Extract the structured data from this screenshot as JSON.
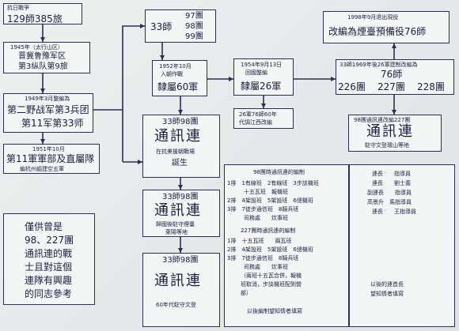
{
  "origin": {
    "line1": "抗日戰爭",
    "line2": "129師385旅"
  },
  "b1945": {
    "line1": "1945年（太行山区）",
    "line2": "晋冀鲁豫军区",
    "line3": "第3纵队第9旅"
  },
  "b1949": {
    "line1": "1949年3月整編為",
    "line2": "第二野战军第3兵团",
    "line3": "第11军第33师"
  },
  "b1951": {
    "line1": "1951年10月",
    "line2": "第11軍軍部及直屬隊",
    "line3": "編杭州組建空五軍"
  },
  "div33": {
    "label": "33師",
    "r1": "97團",
    "r2": "98團",
    "r3": "99團"
  },
  "b1952": {
    "line1": "1952年10月",
    "line2": "入朝作戰",
    "line3": "隸屬60軍"
  },
  "b1954": {
    "line1": "1954年9月13日",
    "line2": "回國整編",
    "line3": "隸屬26軍"
  },
  "b1998": {
    "line1": "1998年9月退出現役",
    "line2": "改編為煙臺預備役76師"
  },
  "b1969": {
    "line1": "33師1969年後26軍建制改編為",
    "line2": "76師",
    "r1": "226團",
    "r2": "227團",
    "r3": "228團"
  },
  "note76": {
    "line1": "26軍76師60年",
    "line2": "代調江西改編"
  },
  "tx1": {
    "head": "33師98團",
    "title": "通訊連",
    "sub1": "在抗美援朝戰場",
    "sub2": "誕生"
  },
  "tx2": {
    "head": "33師98團",
    "title": "通訊連",
    "sub1": "歸國後駐守煙臺",
    "sub2": "萊陽等地"
  },
  "tx3": {
    "head": "33師98團",
    "title": "通訊連",
    "sub1": "60年代駐守文登"
  },
  "tx4": {
    "head": "98團通訊連改編227團",
    "title": "通訊連",
    "sub1": "駐守文登環山等地"
  },
  "note": {
    "l1": "僅供曾是",
    "l2": "98、227團",
    "l3": "通訊連的戰",
    "l4": "士且對這個",
    "l5": "連隊有興趣",
    "l6": "的同志參考"
  },
  "org": {
    "title1": "98團時通訊連的編制",
    "p1": "1排　1有線班　2有線班　3步談機班",
    "p2": "　　　十五瓦班　報機班",
    "p3": "2排　4架設班　5架設班　6總機班",
    "p4": "3排　7徒步通信班　8騎兵班",
    "p5": "　　　司務處　　炊事班",
    "title2": "227團時通訊連的編制",
    "q1": "1排　十五瓦班　　兩瓦班",
    "q2": "2排　4架設班　5架設班　6總機班",
    "q3": "3排　7徒步通信班　8騎兵班",
    "q4": "　　　司務處　　炊事班",
    "q5": "（兩班十五瓦合併，報機",
    "q6": "班取消，步談機班配到營",
    "q7": "部）",
    "footer": "以後編制望知情者填寫"
  },
  "leaders": {
    "l1": "連長　　指導員",
    "l2": "連長　　劉士義",
    "l3": "副連長　　指導員",
    "l4": "高景升　馬指導員",
    "l5": "連長　　王指導員",
    "f1": "以後的連首長",
    "f2": "望知情者填寫"
  }
}
